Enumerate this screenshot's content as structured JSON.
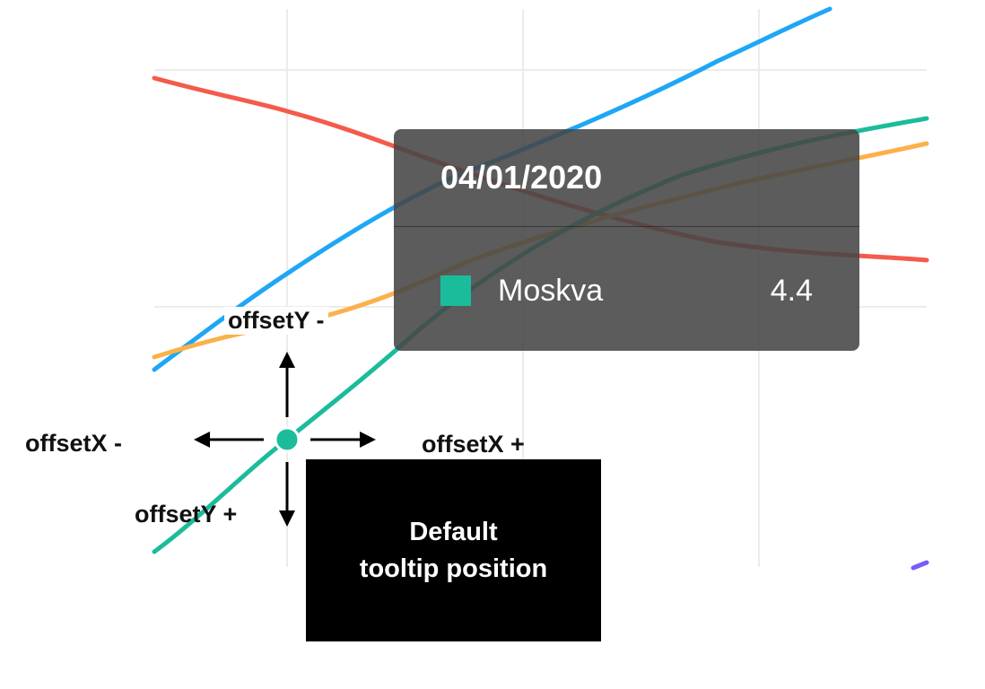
{
  "colors": {
    "blue": "#1ea7f5",
    "red": "#f45b4b",
    "green": "#1bbc9b",
    "orange": "#fbb14b",
    "purple": "#7b5cf5",
    "grid": "#ececec",
    "tooltip_bg": "#464646",
    "default_box_bg": "#000000"
  },
  "labels": {
    "offset_y_minus": "offsetY -",
    "offset_x_minus": "offsetX -",
    "offset_x_plus": "offsetX +",
    "offset_y_plus": "offsetY +"
  },
  "tooltip": {
    "title": "04/01/2020",
    "series_name": "Moskva",
    "series_value": "4.4",
    "marker_color": "#1bbc9b"
  },
  "default_box": {
    "text": "Default\ntooltip position"
  }
}
